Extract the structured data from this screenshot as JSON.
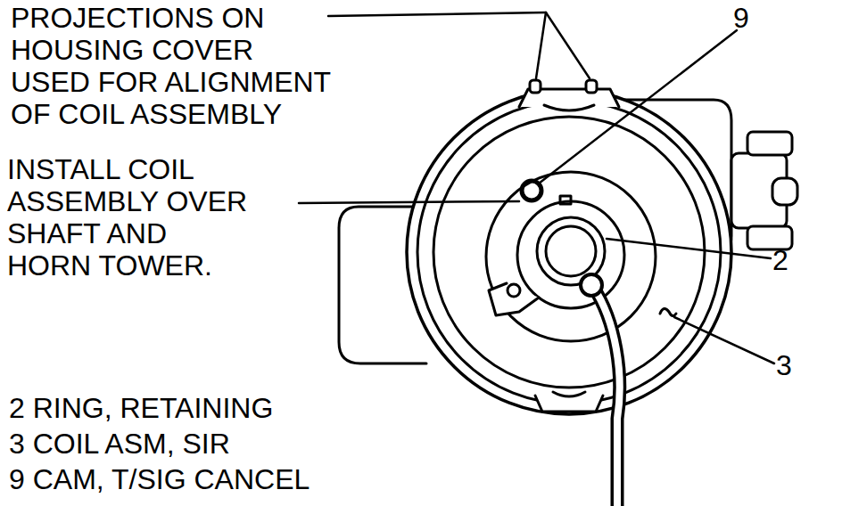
{
  "diagram": {
    "labels": [
      "PROJECTIONS ON HOUSING COVER USED FOR ALIGNMENT OF COIL ASSEMBLY",
      "9",
      "INSTALL COIL ASSEMBLY OVER SHAFT AND HORN TOWER.",
      "2",
      "3",
      "2 RING, RETAINING",
      "3 COIL ASM, SIR",
      "9 CAM, T/SIG CANCEL"
    ]
  }
}
